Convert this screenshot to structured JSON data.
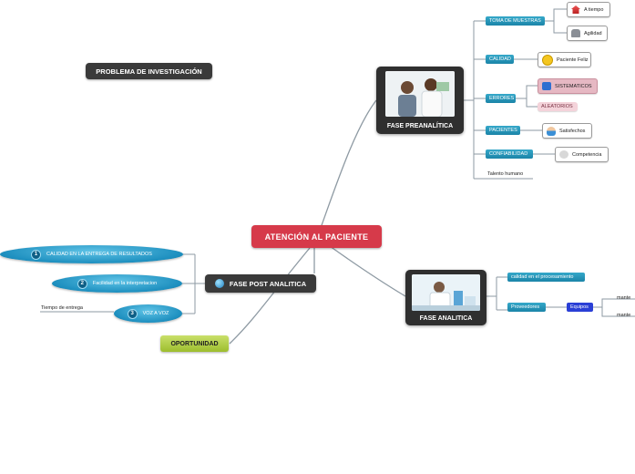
{
  "central": {
    "label": "ATENCIÓN AL PACIENTE"
  },
  "problema": {
    "label": "PROBLEMA DE INVESTIGACIÓN"
  },
  "oportunidad": {
    "label": "OPORTUNIDAD"
  },
  "preanalitica": {
    "label": "FASE PREANALÍTICA",
    "branches": {
      "toma": {
        "label": "TOMA DE MUESTRAS",
        "leaves": [
          "A tiempo",
          "Agilidad"
        ]
      },
      "calidad": {
        "label": "CALIDAD",
        "leaf": "Paciente Feliz"
      },
      "errores": {
        "label": "ERRORES",
        "leaves": [
          "SISTEMATICOS",
          "ALEATORIOS"
        ]
      },
      "pacientes": {
        "label": "PACIENTES",
        "leaf": "Satisfechos"
      },
      "confiabilidad": {
        "label": "CONFIABILIDAD",
        "leaf": "Competencia"
      },
      "talento": {
        "label": "Talento humano"
      }
    }
  },
  "analitica": {
    "label": "FASE ANALITICA",
    "branches": {
      "calidad_proc": {
        "label": "calidad en el procesamiento"
      },
      "proveedores": {
        "label": "Proveedores"
      },
      "equipos": {
        "label": "Equipos"
      },
      "mante1": {
        "label": "mante"
      },
      "mante2": {
        "label": "mante"
      }
    }
  },
  "postanalitica": {
    "label": "FASE POST ANALITICA",
    "items": [
      {
        "num": "1",
        "label": "CALIDAD EN LA ENTREGA DE RESULTADOS"
      },
      {
        "num": "2",
        "label": "Facilidad en la interpretacion"
      },
      {
        "num": "3",
        "label": "VOZ A VOZ"
      }
    ],
    "tiempo": {
      "label": "Tiempo de entrega"
    }
  },
  "colors": {
    "central": "#d63a4a",
    "node_dark": "#3a3a3a",
    "teal": "#1b84a8",
    "green": "#9dbd2e",
    "pink": "#e8b0bb",
    "blue": "#2a3fd6"
  }
}
